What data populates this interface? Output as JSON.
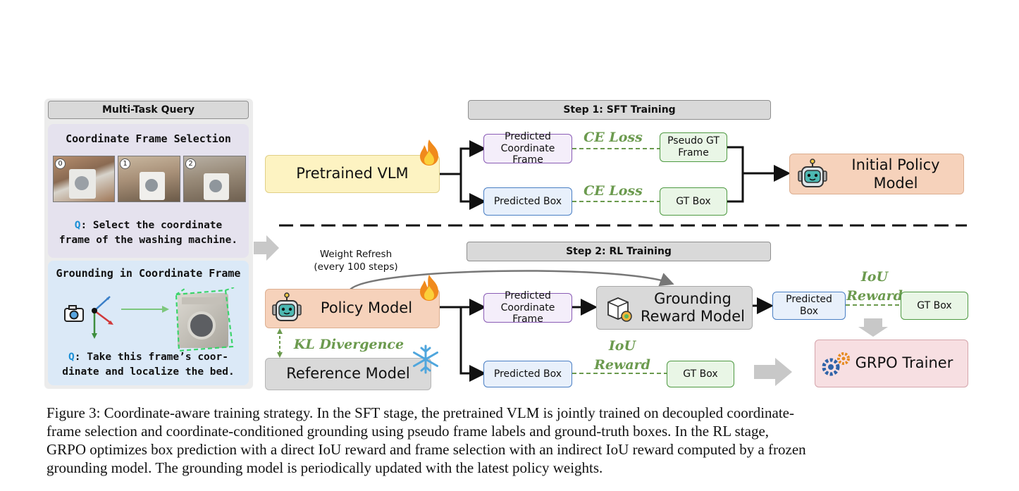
{
  "left_panel": {
    "header": "Multi-Task Query",
    "task1": {
      "title": "Coordinate Frame Selection",
      "frame_badges": [
        "0",
        "1",
        "2"
      ],
      "q_label": "Q",
      "q_line1": ": Select the coordinate",
      "q_line2": "frame of the washing machine."
    },
    "task2": {
      "title": "Grounding in Coordinate Frame",
      "q_label": "Q",
      "q_line1": ": Take this frame’s coor-",
      "q_line2": "dinate and localize the bed."
    }
  },
  "step1": {
    "header": "Step 1: SFT Training",
    "pretrained_vlm": "Pretrained VLM",
    "predicted_frame": [
      "Predicted",
      "Coordinate Frame"
    ],
    "predicted_box": "Predicted Box",
    "ce_loss_top": "CE Loss",
    "ce_loss_bottom": "CE Loss",
    "pseudo_gt_frame": [
      "Pseudo GT",
      "Frame"
    ],
    "gt_box": "GT Box",
    "initial_policy": [
      "Initial Policy",
      "Model"
    ]
  },
  "step2": {
    "header": "Step 2: RL Training",
    "weight_refresh": [
      "Weight Refresh",
      "(every 100 steps)"
    ],
    "policy_model": "Policy Model",
    "kl_divergence": "KL Divergence",
    "reference_model": "Reference Model",
    "predicted_frame": [
      "Predicted",
      "Coordinate Frame"
    ],
    "grounding_reward": [
      "Grounding",
      "Reward Model"
    ],
    "predicted_box_right": [
      "Predicted",
      "Box"
    ],
    "iou_reward_top": [
      "IoU",
      "Reward"
    ],
    "gt_box_right": "GT Box",
    "predicted_box_bottom": "Predicted Box",
    "iou_reward_bottom": [
      "IoU",
      "Reward"
    ],
    "gt_box_bottom": "GT Box",
    "grpo_trainer": "GRPO Trainer"
  },
  "caption": {
    "line1": "Figure 3: Coordinate-aware training strategy. In the SFT stage, the pretrained VLM is jointly trained on decoupled coordinate-",
    "line2": "frame selection and coordinate-conditioned grounding using pseudo frame labels and ground-truth boxes. In the RL stage,",
    "line3": "GRPO optimizes box prediction with a direct IoU reward and frame selection with an indirect IoU reward computed by a frozen",
    "line4": "grounding model. The grounding model is periodically updated with the latest policy weights."
  },
  "colors": {
    "vlm_fill": "#fdf3c2",
    "policy_fill": "#f6d2bb",
    "reference_fill": "#d9d9d9",
    "grpo_fill": "#f7dfe2",
    "loss_text": "#6b9a4e",
    "q_label": "#1a8fd6"
  },
  "icons": [
    "fire-icon",
    "robot-icon",
    "snowflake-icon",
    "camera-icon",
    "cube-icon",
    "gears-icon"
  ]
}
